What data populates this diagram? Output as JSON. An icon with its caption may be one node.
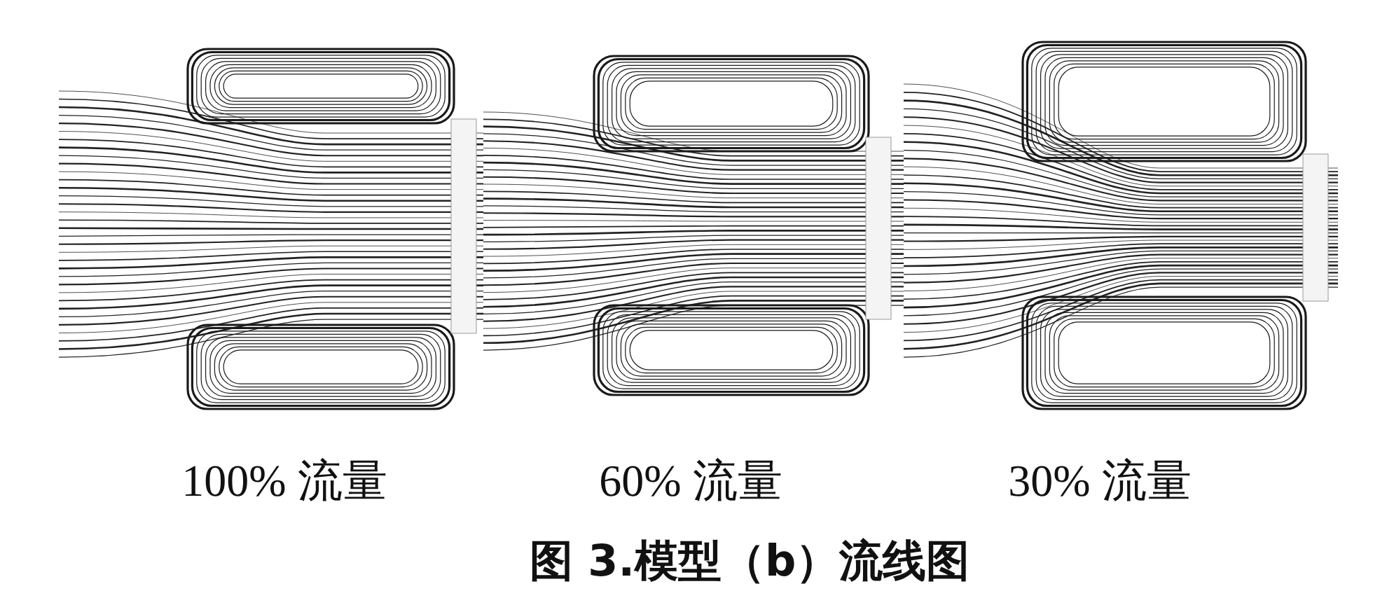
{
  "diagram": {
    "caption": "图 3.模型（b）流线图",
    "labels": [
      "100% 流量",
      "60% 流量",
      "30% 流量"
    ]
  }
}
